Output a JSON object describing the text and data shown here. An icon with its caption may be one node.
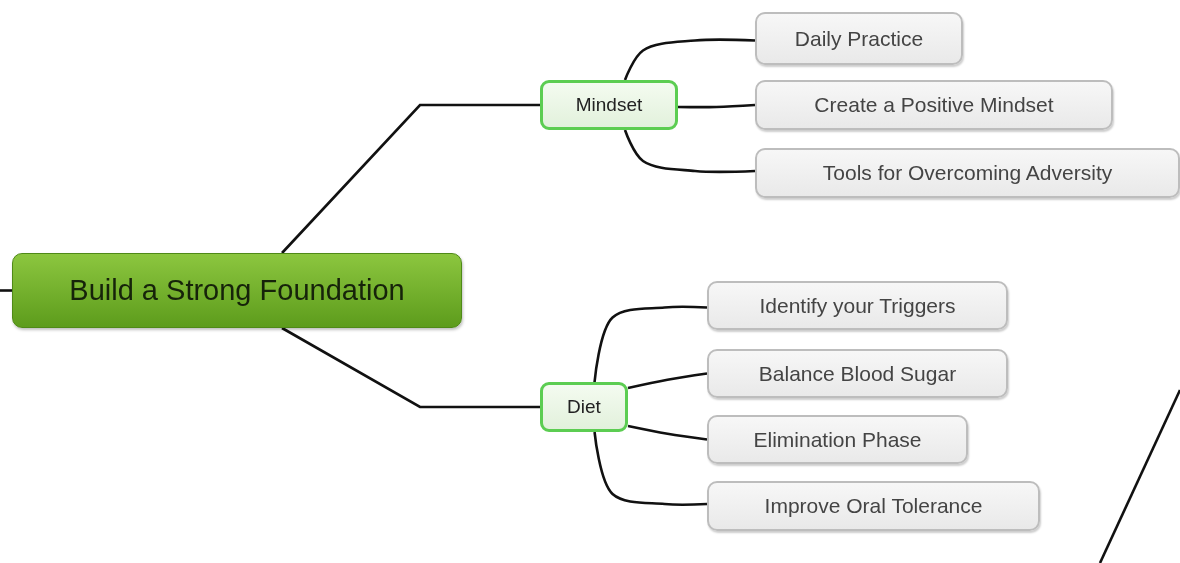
{
  "diagram": {
    "nodes": [
      {
        "text": [
          "Build a Strong Foundation"
        ]
      },
      {
        "text": [
          "Mindset"
        ]
      },
      {
        "text": [
          "Daily Practice"
        ]
      },
      {
        "text": [
          "Create a Positive Mindset"
        ]
      },
      {
        "text": [
          "Tools for Overcoming Adversity"
        ]
      },
      {
        "text": [
          "Diet"
        ]
      },
      {
        "text": [
          "Identify your Triggers"
        ]
      },
      {
        "text": [
          "Balance Blood Sugar"
        ]
      },
      {
        "text": [
          "Elimination Phase"
        ]
      },
      {
        "text": [
          "Improve Oral Tolerance"
        ]
      }
    ],
    "edges": [
      {
        "from": null,
        "to": 0,
        "arrow": "none"
      },
      {
        "from": 0,
        "to": 1,
        "arrow": "none"
      },
      {
        "from": 1,
        "to": 2,
        "arrow": "none"
      },
      {
        "from": 1,
        "to": 3,
        "arrow": "none"
      },
      {
        "from": 1,
        "to": 4,
        "arrow": "none"
      },
      {
        "from": 0,
        "to": 5,
        "arrow": "none"
      },
      {
        "from": 5,
        "to": 6,
        "arrow": "none"
      },
      {
        "from": 5,
        "to": 7,
        "arrow": "none"
      },
      {
        "from": 5,
        "to": 8,
        "arrow": "none"
      },
      {
        "from": 5,
        "to": 9,
        "arrow": "none"
      }
    ]
  }
}
